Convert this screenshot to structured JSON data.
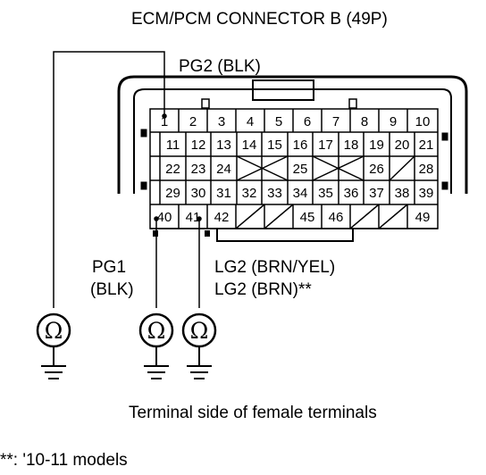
{
  "title": "ECM/PCM CONNECTOR B (49P)",
  "labels": {
    "pg2": "PG2 (BLK)",
    "pg1_line1": "PG1",
    "pg1_line2": "(BLK)",
    "lg2_line1": "LG2 (BRN/YEL)",
    "lg2_line2": "LG2 (BRN)**",
    "caption": "Terminal side of female terminals",
    "footnote": "**: '10-11 models"
  },
  "meter_symbol": "Ω",
  "connector": {
    "row1": [
      "1",
      "2",
      "3",
      "4",
      "5",
      "6",
      "7",
      "8",
      "9",
      "10"
    ],
    "row2": [
      "11",
      "12",
      "13",
      "14",
      "15",
      "16",
      "17",
      "18",
      "19",
      "20",
      "21"
    ],
    "row3": [
      "22",
      "23",
      "24",
      "",
      "",
      "25",
      "",
      "",
      "26",
      "",
      "28"
    ],
    "row4": [
      "29",
      "30",
      "31",
      "32",
      "33",
      "34",
      "35",
      "36",
      "37",
      "38",
      "39"
    ],
    "row5": [
      "40",
      "41",
      "42",
      "",
      "",
      "45",
      "46",
      "",
      "",
      "49"
    ]
  },
  "meters": [
    {
      "name": "ohmmeter-pg2"
    },
    {
      "name": "ohmmeter-pg1"
    },
    {
      "name": "ohmmeter-lg2"
    }
  ]
}
